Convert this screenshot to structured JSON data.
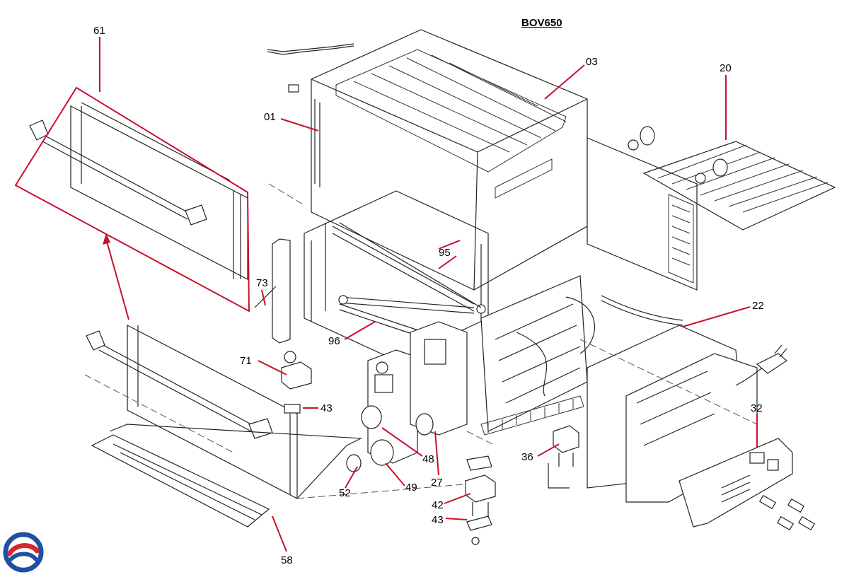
{
  "model": "BOV650",
  "callouts": [
    {
      "id": "61",
      "text": "61"
    },
    {
      "id": "03",
      "text": "03"
    },
    {
      "id": "20",
      "text": "20"
    },
    {
      "id": "01",
      "text": "01"
    },
    {
      "id": "95",
      "text": "95"
    },
    {
      "id": "73",
      "text": "73"
    },
    {
      "id": "22",
      "text": "22"
    },
    {
      "id": "96",
      "text": "96"
    },
    {
      "id": "71",
      "text": "71"
    },
    {
      "id": "43a",
      "text": "43"
    },
    {
      "id": "32",
      "text": "32"
    },
    {
      "id": "36",
      "text": "36"
    },
    {
      "id": "48",
      "text": "48"
    },
    {
      "id": "49",
      "text": "49"
    },
    {
      "id": "52",
      "text": "52"
    },
    {
      "id": "27",
      "text": "27"
    },
    {
      "id": "42",
      "text": "42"
    },
    {
      "id": "43b",
      "text": "43"
    },
    {
      "id": "58",
      "text": "58"
    }
  ],
  "colors": {
    "leader": "#c8102e",
    "line": "#222222",
    "logo_blue": "#1f4fa3",
    "logo_red": "#d7262e"
  },
  "logo": "brand-swirl-logo"
}
